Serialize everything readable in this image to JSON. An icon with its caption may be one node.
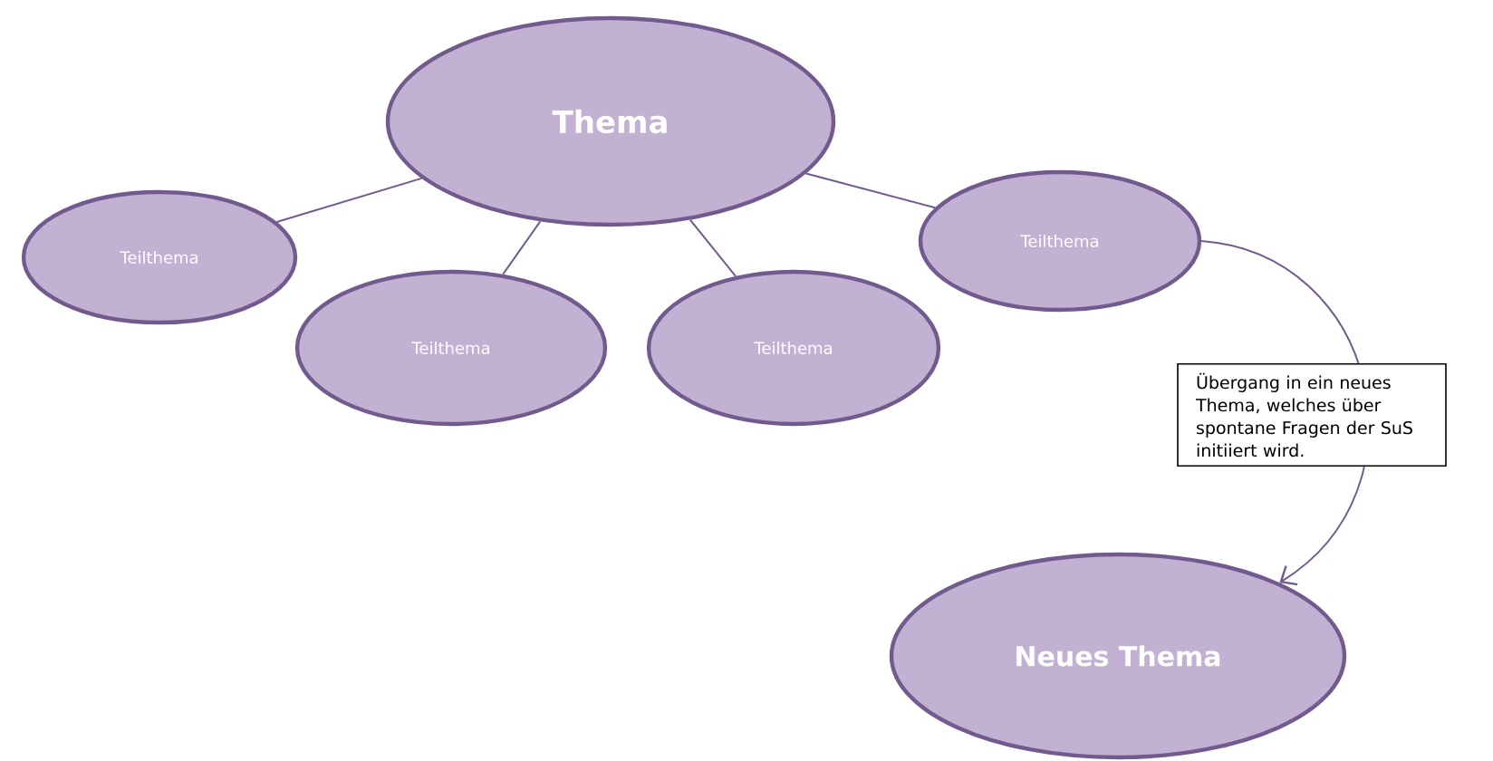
{
  "diagram": {
    "nodes": [
      {
        "text": [
          "Thema"
        ]
      },
      {
        "text": [
          "Teilthema"
        ]
      },
      {
        "text": [
          "Teilthema"
        ]
      },
      {
        "text": [
          "Teilthema"
        ]
      },
      {
        "text": [
          "Teilthema"
        ]
      },
      {
        "text": [
          "Neues Thema"
        ]
      }
    ],
    "edges": [
      {
        "from": 0,
        "to": 1,
        "arrow": "none"
      },
      {
        "from": 0,
        "to": 2,
        "arrow": "none"
      },
      {
        "from": 0,
        "to": 3,
        "arrow": "none"
      },
      {
        "from": 0,
        "to": 4,
        "arrow": "none"
      },
      {
        "from": 4,
        "to": 5,
        "arrow": "to",
        "label": "Übergang in ein neues Thema, welches über spontane Fragen der SuS initiiert wird."
      }
    ]
  }
}
